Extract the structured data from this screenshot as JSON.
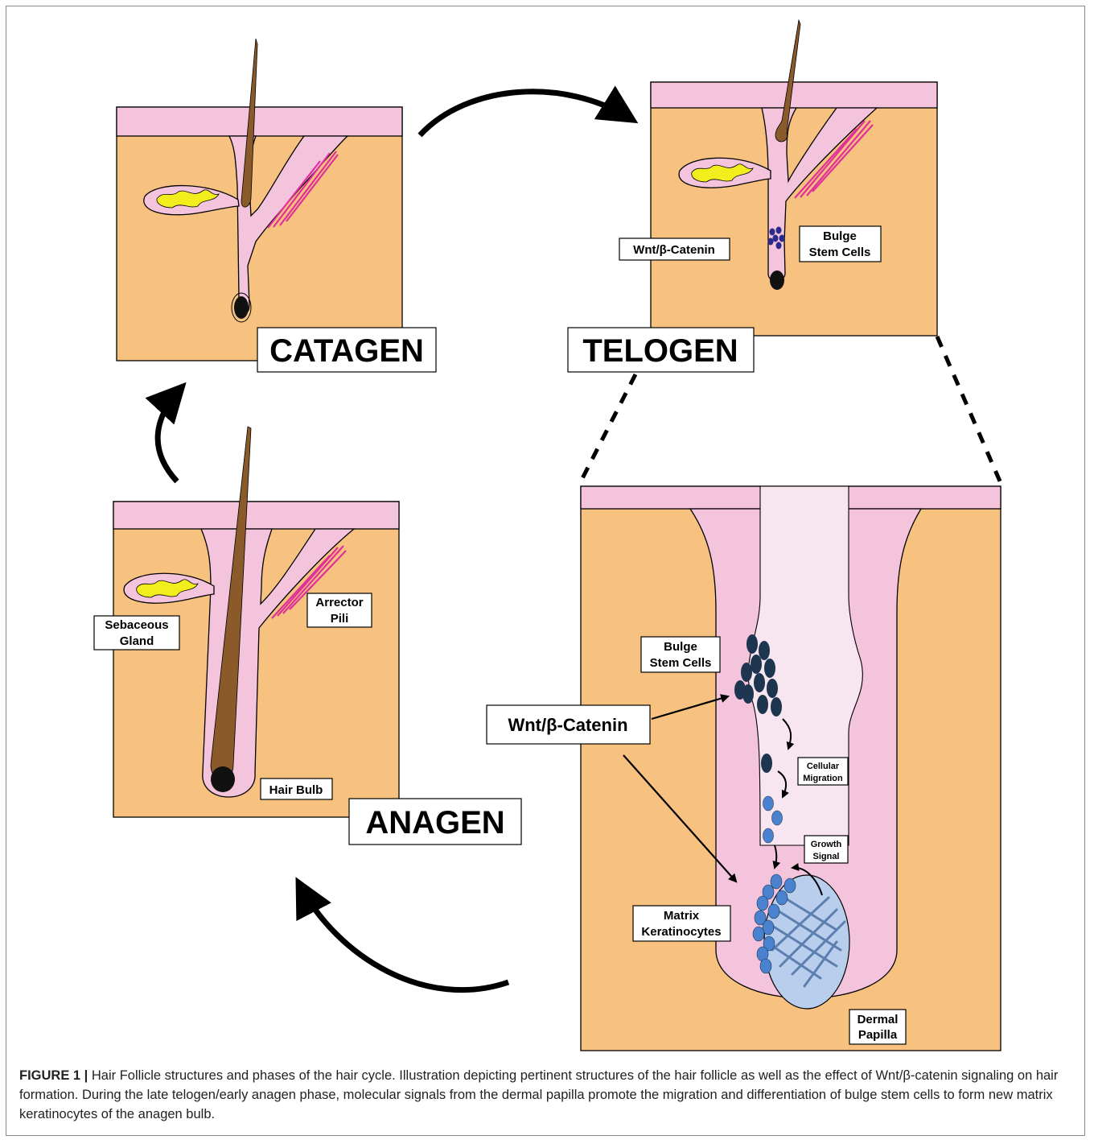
{
  "colors": {
    "dermis": "#F7C27F",
    "epidermis": "#F4C4DC",
    "follicle": "#F4C4DC",
    "hair_shaft": "#8B5A2B",
    "sebum": "#F2EE1E",
    "muscle": "#E0309A",
    "stem_cell_dark": "#1E3550",
    "stem_cell_mid": "#1F3D6B",
    "keratinocyte": "#4A82D0",
    "papilla": "#B9CEEC",
    "inner_sheath": "#F7E6F0",
    "stem_cluster_telogen": "#2A2A8A"
  },
  "icons": [
    "arrow-icon"
  ],
  "stages": {
    "catagen": "CATAGEN",
    "telogen": "TELOGEN",
    "anagen": "ANAGEN"
  },
  "labels": {
    "telogen_wnt": "Wnt/β-Catenin",
    "telogen_bulge": [
      "Bulge",
      "Stem Cells"
    ],
    "anagen_sebaceous": [
      "Sebaceous",
      "Gland"
    ],
    "anagen_arrector": [
      "Arrector",
      "Pili"
    ],
    "anagen_bulb": "Hair Bulb",
    "detail_bulge": [
      "Bulge",
      "Stem Cells"
    ],
    "detail_wnt": "Wnt/β-Catenin",
    "detail_migration": [
      "Cellular",
      "Migration"
    ],
    "detail_growth": [
      "Growth",
      "Signal"
    ],
    "detail_matrix": [
      "Matrix",
      "Keratinocytes"
    ],
    "detail_papilla": [
      "Dermal",
      "Papilla"
    ]
  },
  "caption": {
    "figure_label": "FIGURE 1 |",
    "text": "Hair Follicle structures and phases of the hair cycle. Illustration depicting pertinent structures of the hair follicle as well as the effect of Wnt/β-catenin signaling on hair formation. During the late telogen/early anagen phase, molecular signals from the dermal papilla promote the migration and differentiation of bulge stem cells to form new matrix keratinocytes of the anagen bulb."
  }
}
